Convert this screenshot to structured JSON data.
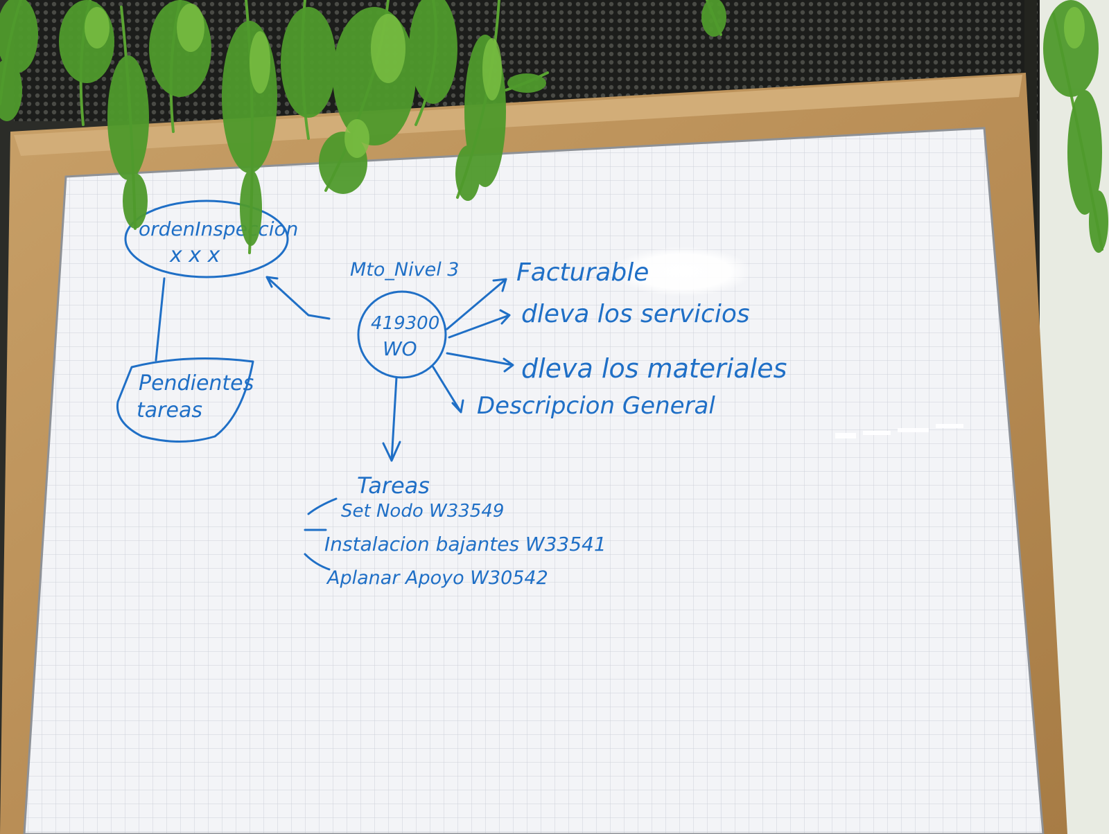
{
  "colors": {
    "marker": "#1f6fc6",
    "board": "#f3f4f7",
    "grid": "#c9ccd6",
    "frame_wood": "#c39a62",
    "frame_wood_dark": "#8f6a3a",
    "mesh": "#1c1d1b",
    "fern": "#4f9a2c",
    "fern_light": "#7cc043"
  },
  "whiteboard": {
    "orden_line1": "ordenInspeccion",
    "orden_line2": "x x x",
    "pendientes_line1": "Pendientes",
    "pendientes_line2": "tareas",
    "mto_label": "Mto_Nivel 3",
    "wo_line1": "419300",
    "wo_line2": "WO",
    "branches": [
      "Facturable",
      "dleva los servicios",
      "dleva los materiales",
      "Descripcion General"
    ],
    "tareas_title": "Tareas",
    "tareas": [
      "Set Nodo W33549",
      "Instalacion bajantes W33541",
      "Aplanar Apoyo W30542"
    ]
  }
}
